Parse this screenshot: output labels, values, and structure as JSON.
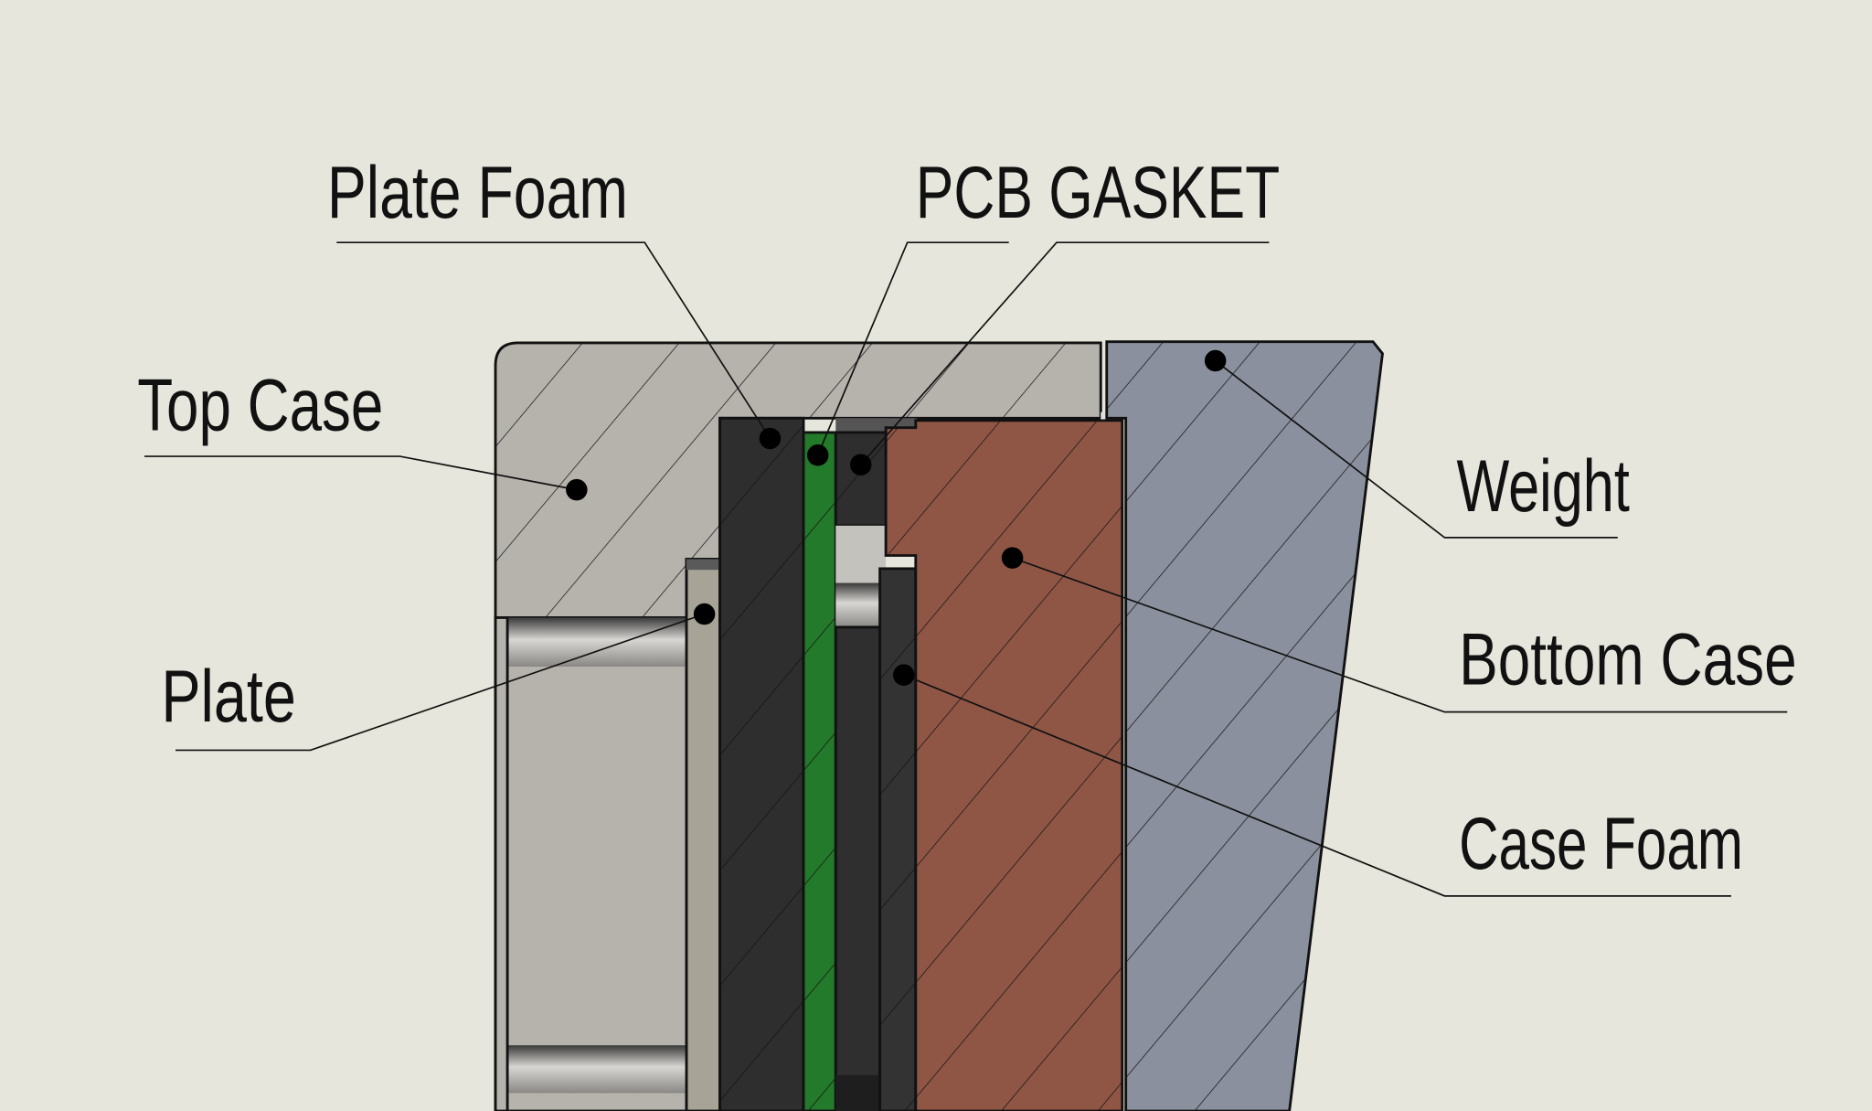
{
  "labels": {
    "plate_foam": "Plate Foam",
    "pcb_gasket": "PCB  GASKET",
    "top_case": "Top  Case",
    "plate": "Plate",
    "weight": "Weight",
    "bottom_case": "Bottom  Case",
    "case_foam": "Case  Foam"
  },
  "colors": {
    "background": "#e6e6dc",
    "top_case": "#b6b3ad",
    "plate": "#a7a397",
    "foam": "#2e2e2e",
    "pcb": "#237a2a",
    "bottom_case": "#8f5646",
    "weight": "#8a909d"
  }
}
